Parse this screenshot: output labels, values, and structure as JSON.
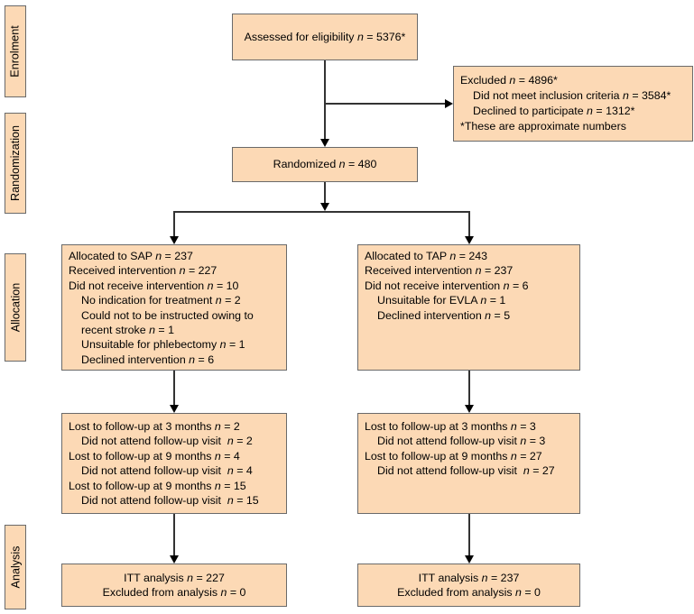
{
  "colors": {
    "box_fill": "#fcd9b5",
    "box_border": "#6a6a6a",
    "connector": "#333333",
    "arrowhead": "#000000"
  },
  "sidebar": [
    {
      "label": "Enrolment"
    },
    {
      "label": "Randomization"
    },
    {
      "label": "Allocation"
    },
    {
      "label": "Analysis"
    }
  ],
  "boxes": {
    "assessed": {
      "align": "center",
      "lines": [
        {
          "indent": 0,
          "text": "Assessed for eligibility n = 5376*"
        }
      ]
    },
    "excluded": {
      "align": "left",
      "lines": [
        {
          "indent": 0,
          "text": "Excluded n = 4896*"
        },
        {
          "indent": 1,
          "text": "Did not meet inclusion criteria n = 3584*"
        },
        {
          "indent": 1,
          "text": "Declined to participate n = 1312*"
        },
        {
          "indent": 0,
          "text": "*These are approximate numbers"
        }
      ]
    },
    "randomized": {
      "align": "center",
      "lines": [
        {
          "indent": 0,
          "text": "Randomized n = 480"
        }
      ]
    },
    "alloc_left": {
      "align": "left",
      "lines": [
        {
          "indent": 0,
          "text": "Allocated to SAP n = 237"
        },
        {
          "indent": 0,
          "text": "Received intervention n = 227"
        },
        {
          "indent": 0,
          "text": "Did not receive intervention n = 10"
        },
        {
          "indent": 1,
          "text": "No indication for treatment n = 2"
        },
        {
          "indent": 1,
          "text": "Could not to be instructed owing to"
        },
        {
          "indent": 1,
          "text": "recent stroke n = 1"
        },
        {
          "indent": 1,
          "text": "Unsuitable for phlebectomy n = 1"
        },
        {
          "indent": 1,
          "text": "Declined intervention n = 6"
        }
      ]
    },
    "alloc_right": {
      "align": "left",
      "lines": [
        {
          "indent": 0,
          "text": "Allocated to TAP n = 243"
        },
        {
          "indent": 0,
          "text": "Received intervention n = 237"
        },
        {
          "indent": 0,
          "text": "Did not receive intervention n = 6"
        },
        {
          "indent": 1,
          "text": "Unsuitable for EVLA n = 1"
        },
        {
          "indent": 1,
          "text": "Declined intervention n = 5"
        }
      ]
    },
    "followup_left": {
      "align": "left",
      "lines": [
        {
          "indent": 0,
          "text": "Lost to follow-up at 3 months n = 2"
        },
        {
          "indent": 1,
          "text": "Did not attend follow-up visit  n = 2"
        },
        {
          "indent": 0,
          "text": "Lost to follow-up at 9 months n = 4"
        },
        {
          "indent": 1,
          "text": "Did not attend follow-up visit  n = 4"
        },
        {
          "indent": 0,
          "text": "Lost to follow-up at 9 months n = 15"
        },
        {
          "indent": 1,
          "text": "Did not attend follow-up visit  n = 15"
        }
      ]
    },
    "followup_right": {
      "align": "left",
      "lines": [
        {
          "indent": 0,
          "text": "Lost to follow-up at 3 months n = 3"
        },
        {
          "indent": 1,
          "text": "Did not attend follow-up visit n = 3"
        },
        {
          "indent": 0,
          "text": "Lost to follow-up at 9 months n = 27"
        },
        {
          "indent": 1,
          "text": "Did not attend follow-up visit  n = 27"
        }
      ]
    },
    "itt_left": {
      "align": "center",
      "lines": [
        {
          "indent": 0,
          "text": "ITT analysis n = 227"
        },
        {
          "indent": 0,
          "text": "Excluded from analysis n = 0"
        }
      ]
    },
    "itt_right": {
      "align": "center",
      "lines": [
        {
          "indent": 0,
          "text": "ITT analysis n = 237"
        },
        {
          "indent": 0,
          "text": "Excluded from analysis n = 0"
        }
      ]
    }
  }
}
